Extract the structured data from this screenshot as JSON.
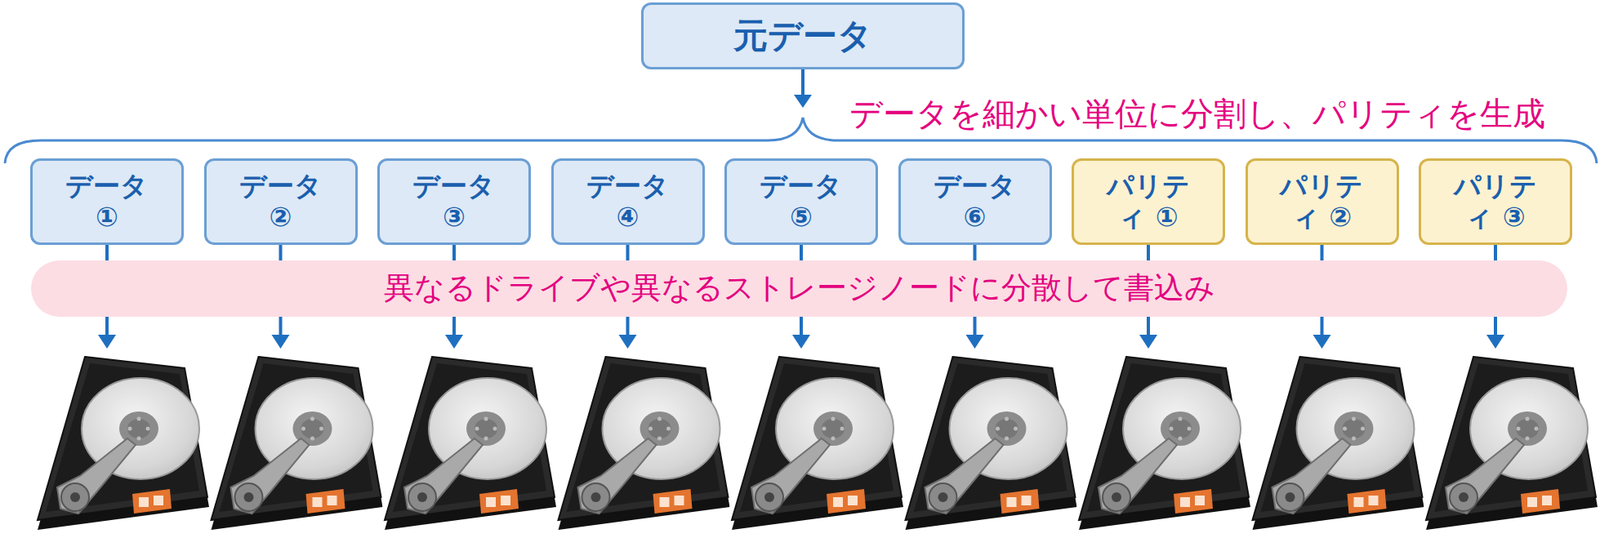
{
  "diagram": {
    "nodes": [
      {
        "text": [
          "元データ"
        ]
      },
      {
        "text": [
          "データ ①"
        ]
      },
      {
        "text": [
          "データ ②"
        ]
      },
      {
        "text": [
          "データ ③"
        ]
      },
      {
        "text": [
          "データ ④"
        ]
      },
      {
        "text": [
          "データ ⑤"
        ]
      },
      {
        "text": [
          "データ ⑥"
        ]
      },
      {
        "text": [
          "パリティ ①"
        ]
      },
      {
        "text": [
          "パリティ ②"
        ]
      },
      {
        "text": [
          "パリティ ③"
        ]
      },
      {
        "text": [
          "異なるドライブや異なるストレージノードに分散して書込み"
        ]
      }
    ],
    "labels": [
      "データを細かい単位に分割し、パリティを生成"
    ]
  }
}
